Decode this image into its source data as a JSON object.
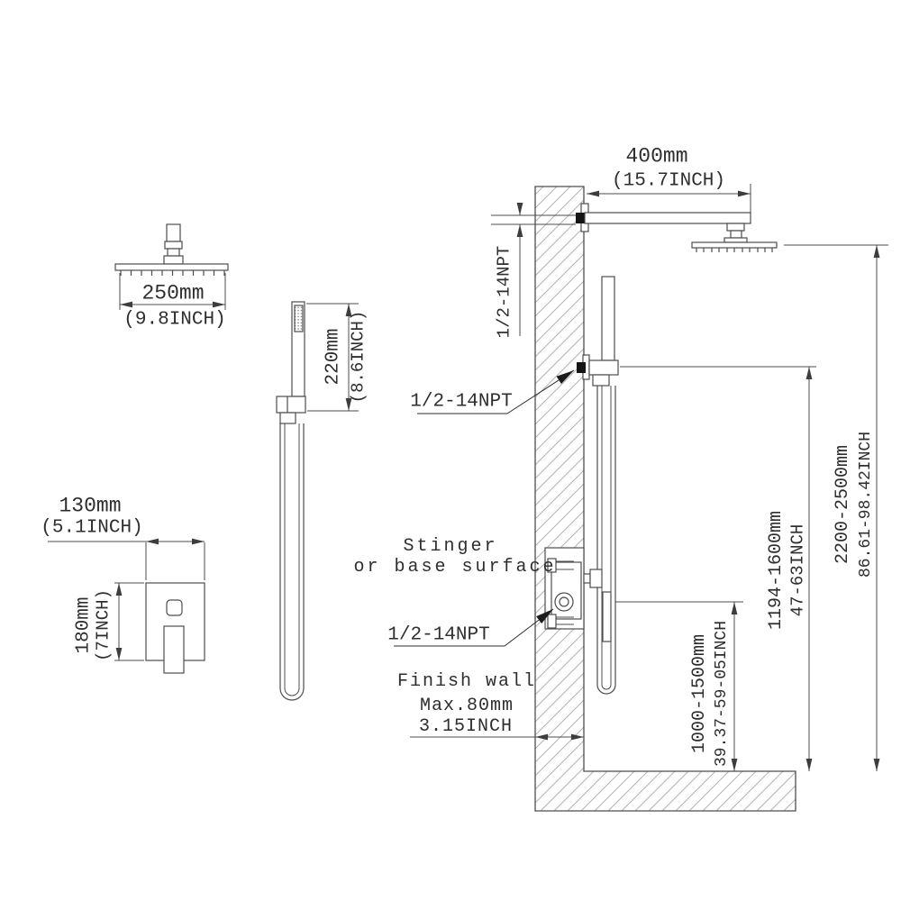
{
  "document": {
    "kind": "shower system installation dimension diagram",
    "background_color": "#ffffff",
    "line_color": "#4d4d4d",
    "hatch_color": "#b3b3b3",
    "text_color": "#2e2e2e"
  },
  "labels": {
    "arm_length_mm": "400mm",
    "arm_length_inch": "(15.7INCH)",
    "head_width_mm": "250mm",
    "head_width_inch": "(9.8INCH)",
    "handshower_height_mm": "220mm",
    "handshower_height_inch": "(8.6INCH)",
    "valve_width_mm": "130mm",
    "valve_width_inch": "(5.1INCH)",
    "valve_height_mm": "180mm",
    "valve_height_inch": "(7INCH)",
    "npt_arm": "1/2-14NPT",
    "npt_handshower": "1/2-14NPT",
    "npt_valve": "1/2-14NPT",
    "surface_note_line1": "Stinger",
    "surface_note_line2": "or base surface",
    "finish_wall_line1": "Finish wall",
    "finish_wall_line2": "Max.80mm",
    "finish_wall_line3": "3.15INCH",
    "height_overall_mm": "2200-2500mm",
    "height_overall_inch": "86.61-98.42INCH",
    "height_holder_mm": "1194-1600mm",
    "height_holder_inch": "47-63INCH",
    "height_valve_mm": "1000-1500mm",
    "height_valve_inch": "39.37-59-05INCH"
  }
}
